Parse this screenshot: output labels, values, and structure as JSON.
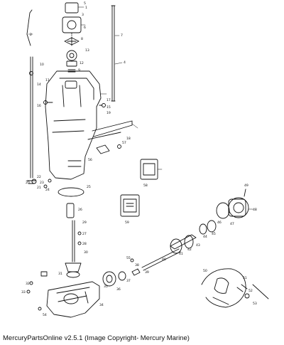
{
  "caption": "MercuryPartsOnline v2.5.1 (Image Copyright- Mercury Marine)",
  "labels": [
    "1",
    "2",
    "3",
    "4",
    "5",
    "6",
    "7",
    "8",
    "9",
    "10",
    "11",
    "12",
    "13",
    "14",
    "15",
    "16",
    "17",
    "18",
    "19",
    "20",
    "21",
    "22",
    "23",
    "24",
    "25",
    "26",
    "27",
    "28",
    "29",
    "30",
    "31",
    "32",
    "33",
    "34",
    "35",
    "36",
    "37",
    "38",
    "39",
    "40",
    "41",
    "42",
    "43",
    "44",
    "45",
    "46",
    "47",
    "48",
    "49",
    "50",
    "51",
    "52",
    "53",
    "54",
    "55",
    "56",
    "57",
    "58",
    "59"
  ]
}
